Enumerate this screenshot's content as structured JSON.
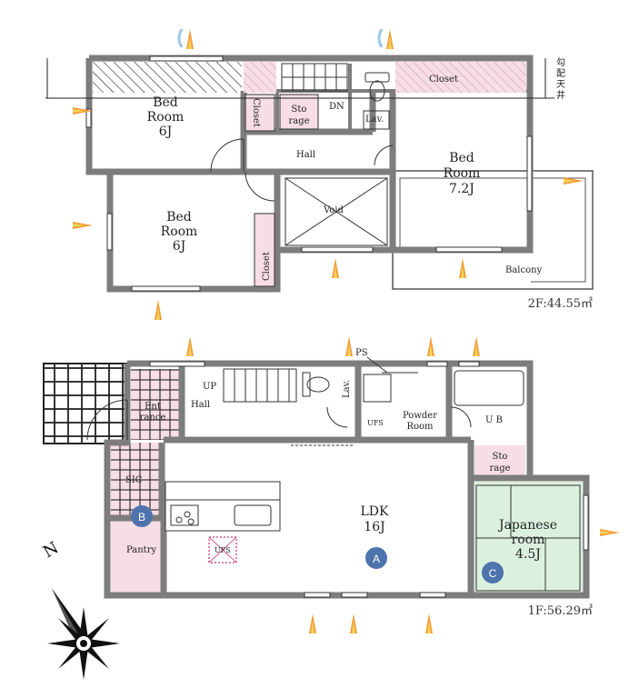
{
  "floor2": {
    "area_label": "2F:44.55㎡",
    "rooms": {
      "bed_a": [
        "Bed",
        "Room",
        "6J"
      ],
      "bed_b": [
        "Bed",
        "Room",
        "6J"
      ],
      "bed_c": [
        "Bed",
        "Room",
        "7.2J"
      ],
      "closet_a": "Closet",
      "closet_b": "Closet",
      "closet_c": "Closet",
      "storage": [
        "Sto",
        "rage"
      ],
      "dn": "DN",
      "lav": "Lav.",
      "hall": "Hall",
      "void": "Void",
      "balcony": "Balcony"
    },
    "ceiling_note": [
      "勾",
      "配",
      "天",
      "井"
    ]
  },
  "floor1": {
    "area_label": "1F:56.29㎡",
    "rooms": {
      "entrance": [
        "Ent",
        "rance"
      ],
      "up": "UP",
      "hall": "Hall",
      "ps": "PS",
      "lav": "Lav.",
      "powder": [
        "Powder",
        "Room"
      ],
      "ufs_a": "UFS",
      "ub": "U B",
      "storage": [
        "Sto",
        "rage"
      ],
      "sic": "SIC",
      "ldk": [
        "LDK",
        "16J"
      ],
      "ufs_b": "UFS",
      "pantry": "Pantry",
      "japanese": [
        "Japanese",
        "room",
        "4.5J"
      ]
    },
    "markers": [
      "A",
      "B",
      "C"
    ]
  },
  "compass": {
    "north": "N"
  },
  "colors": {
    "wall": "#7d7d7d",
    "closet": "#f7dde6",
    "japanese": "#dcf0df",
    "marker": "#4e73ad",
    "sun_orange": "#f29c38",
    "sun_yellow": "#f4d35a",
    "wind_blue": "#9cc9e8"
  }
}
